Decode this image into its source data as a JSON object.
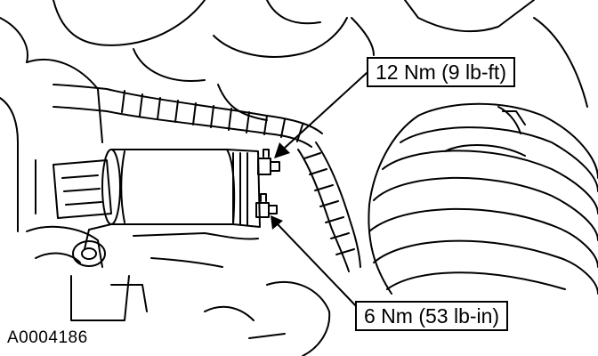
{
  "diagram": {
    "callouts": {
      "upper_torque": "12 Nm (9 lb-ft)",
      "lower_torque": "6 Nm (53 lb-in)"
    },
    "figure_id": "A0004186"
  },
  "colors": {
    "ink": "#000000",
    "paper": "#ffffff"
  }
}
